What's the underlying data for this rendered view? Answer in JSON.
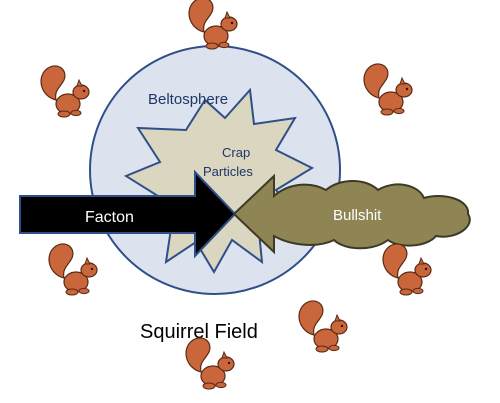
{
  "diagram": {
    "region_label": "Beltosphere",
    "burst_label_line1": "Crap",
    "burst_label_line2": "Particles",
    "left_arrow_label": "Facton",
    "right_arrow_label": "Bullshit",
    "field_label": "Squirrel Field"
  },
  "colors": {
    "background": "#ffffff",
    "ellipse_fill": "#dde3ee",
    "ellipse_stroke": "#2f4f88",
    "burst_fill": "#dad6c0",
    "burst_stroke": "#2f4f88",
    "left_arrow_fill": "#000000",
    "left_arrow_stroke": "#2f4f88",
    "right_arrow_fill": "#8f8554",
    "right_arrow_stroke": "#3c3a26",
    "squirrel_body": "#c9663b",
    "squirrel_outline": "#5a2a14",
    "text_dark": "#1f3666",
    "text_light": "#ffffff"
  },
  "icons": [
    "squirrel-icon"
  ]
}
